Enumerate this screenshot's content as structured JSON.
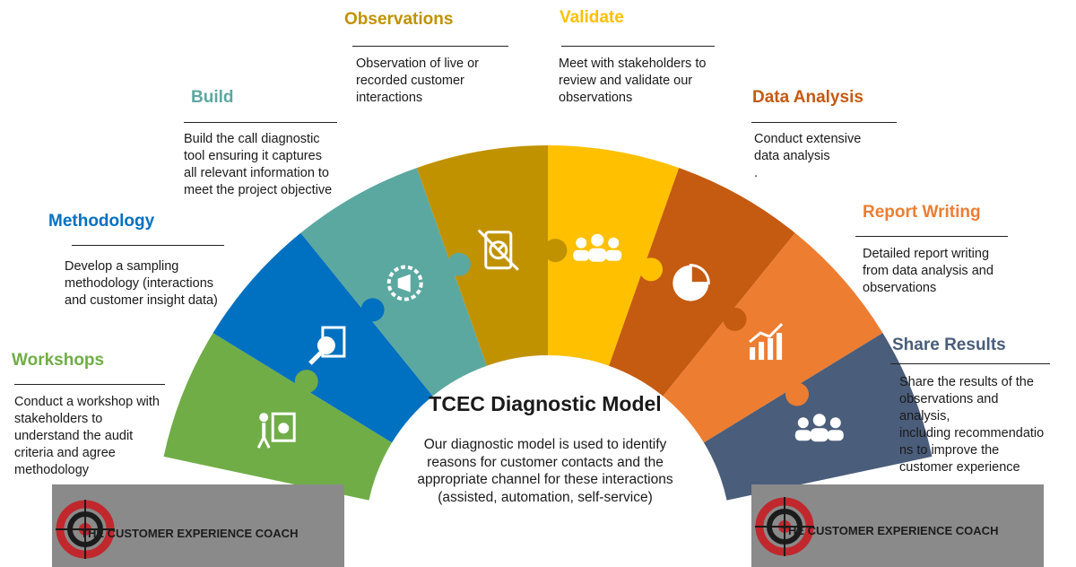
{
  "center": {
    "title": "TCEC Diagnostic Model",
    "description": "Our diagnostic model is used to identify reasons for customer contacts and the appropriate channel for these interactions (assisted, automation, self-service)"
  },
  "steps": [
    {
      "id": "workshops",
      "title": "Workshops",
      "color": "#70ad47",
      "icon": "presentation-icon",
      "description": "Conduct a workshop with\nstakeholders to\nunderstand the audit\ncriteria and agree\nmethodology"
    },
    {
      "id": "methodology",
      "title": "Methodology",
      "color": "#0070c0",
      "icon": "document-search-icon",
      "description": "Develop a sampling\nmethodology (interactions\nand customer insight data)"
    },
    {
      "id": "build",
      "title": "Build",
      "color": "#5ba8a0",
      "icon": "gear-megaphone-icon",
      "description": "Build the call diagnostic\ntool ensuring it captures\nall relevant information to\nmeet the project objective"
    },
    {
      "id": "observations",
      "title": "Observations",
      "color": "#c09200",
      "icon": "tablet-gauge-icon",
      "description": "Observation of live or\nrecorded customer\ninteractions"
    },
    {
      "id": "validate",
      "title": "Validate",
      "color": "#ffc000",
      "icon": "people-group-icon",
      "description": "Meet with stakeholders to\nreview and validate our\nobservations"
    },
    {
      "id": "data-analysis",
      "title": "Data Analysis",
      "color": "#c55a11",
      "icon": "pie-chart-icon",
      "description": "Conduct extensive\ndata analysis\n."
    },
    {
      "id": "report-writing",
      "title": "Report Writing",
      "color": "#ed7d31",
      "icon": "bar-chart-trend-icon",
      "description": "Detailed report writing\nfrom data analysis and\nobservations"
    },
    {
      "id": "share-results",
      "title": "Share Results",
      "color": "#4a5d7a",
      "icon": "people-icon",
      "description": "Share the results of the\nobservations and\nanalysis,\nincluding recommendatio\nns to improve the\ncustomer experience"
    }
  ],
  "branding": {
    "left_label": "THE CUSTOMER EXPERIENCE COACH",
    "right_label": "THE CUSTOMER EXPERIENCE COACH"
  }
}
